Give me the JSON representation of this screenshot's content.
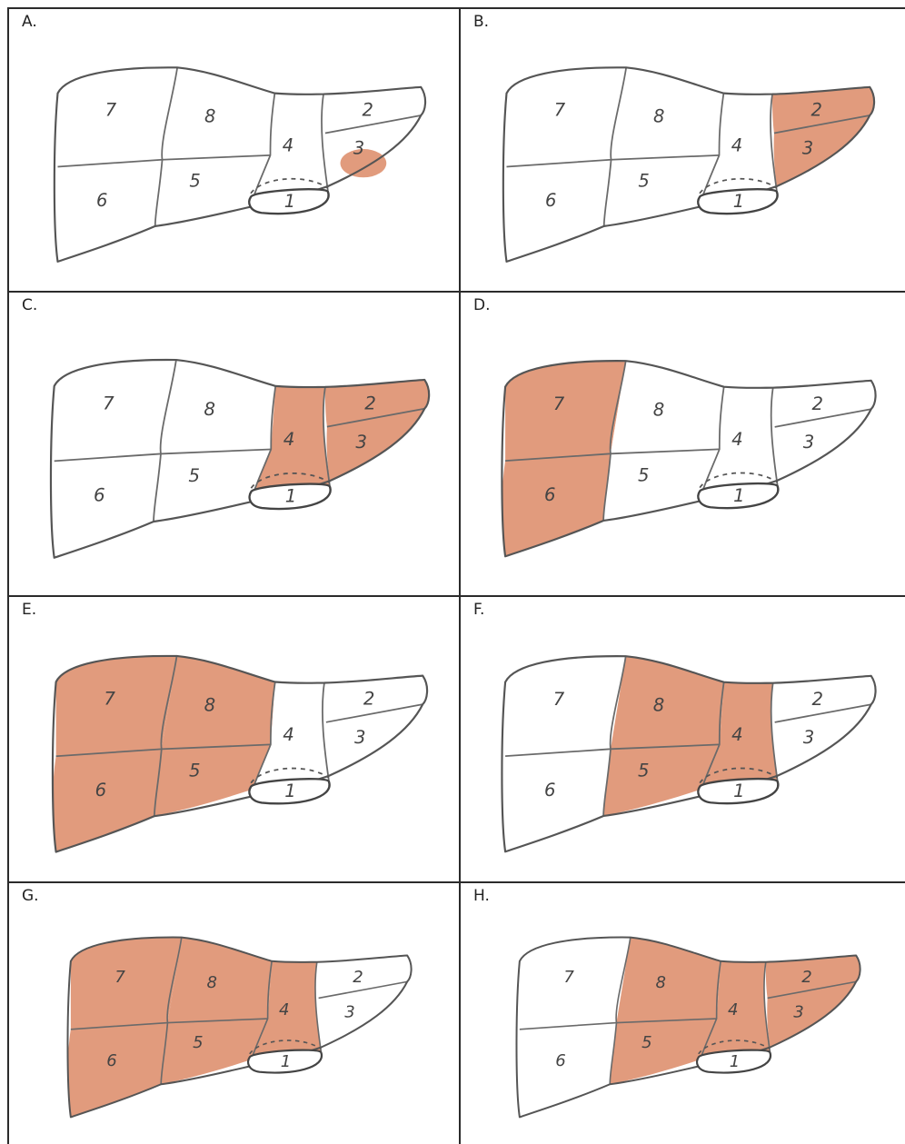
{
  "shade_color": "#dc8a66",
  "panels": [
    {
      "label": "A.",
      "shaded": [],
      "partial3": true
    },
    {
      "label": "B.",
      "shaded": [
        "2",
        "3"
      ],
      "partial3": false
    },
    {
      "label": "C.",
      "shaded": [
        "2",
        "3",
        "4"
      ],
      "partial3": false
    },
    {
      "label": "D.",
      "shaded": [
        "6",
        "7"
      ],
      "partial3": false
    },
    {
      "label": "E.",
      "shaded": [
        "5",
        "6",
        "7",
        "8"
      ],
      "partial3": false
    },
    {
      "label": "F.",
      "shaded": [
        "4",
        "5",
        "8"
      ],
      "partial3": false
    },
    {
      "label": "G.",
      "shaded": [
        "4",
        "5",
        "6",
        "7",
        "8"
      ],
      "partial3": false
    },
    {
      "label": "H.",
      "shaded": [
        "2",
        "3",
        "4",
        "5",
        "8"
      ],
      "partial3": false
    }
  ],
  "segment_labels": {
    "s1": "1",
    "s2": "2",
    "s3": "3",
    "s4": "4",
    "s5": "5",
    "s6": "6",
    "s7": "7",
    "s8": "8"
  }
}
